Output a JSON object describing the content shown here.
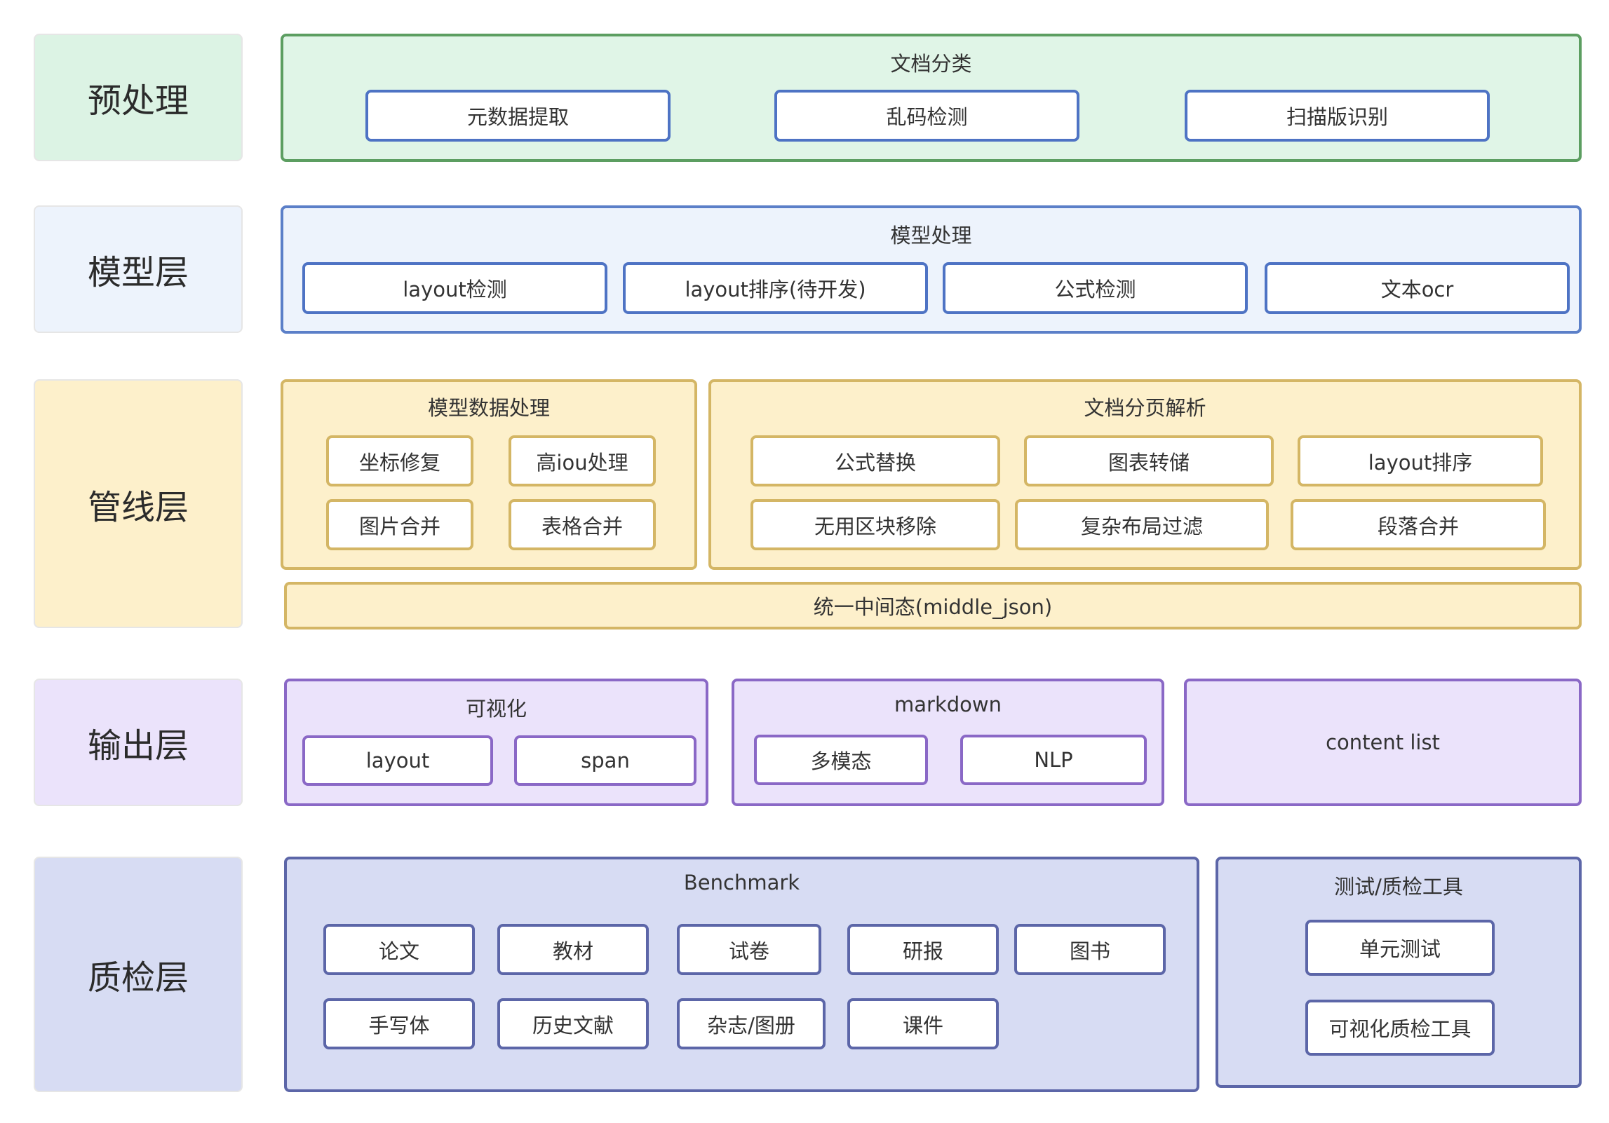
{
  "layers": {
    "preprocess": "预处理",
    "model": "模型层",
    "pipeline": "管线层",
    "output": "输出层",
    "qa": "质检层"
  },
  "preprocess": {
    "title": "文档分类",
    "items": [
      "元数据提取",
      "乱码检测",
      "扫描版识别"
    ]
  },
  "model": {
    "title": "模型处理",
    "items": [
      "layout检测",
      "layout排序(待开发)",
      "公式检测",
      "文本ocr"
    ]
  },
  "pipeline": {
    "model_data": {
      "title": "模型数据处理",
      "items": [
        "坐标修复",
        "高iou处理",
        "图片合并",
        "表格合并"
      ]
    },
    "page_parse": {
      "title": "文档分页解析",
      "items": [
        "公式替换",
        "图表转储",
        "layout排序",
        "无用区块移除",
        "复杂布局过滤",
        "段落合并"
      ]
    },
    "middle": "统一中间态(middle_json)"
  },
  "output": {
    "visual": {
      "title": "可视化",
      "items": [
        "layout",
        "span"
      ]
    },
    "markdown": {
      "title": "markdown",
      "items": [
        "多模态",
        "NLP"
      ]
    },
    "content_list": "content list"
  },
  "qa": {
    "benchmark": {
      "title": "Benchmark",
      "items": [
        "论文",
        "教材",
        "试卷",
        "研报",
        "图书",
        "手写体",
        "历史文献",
        "杂志/图册",
        "课件"
      ]
    },
    "tools": {
      "title": "测试/质检工具",
      "items": [
        "单元测试",
        "可视化质检工具"
      ]
    }
  },
  "colors": {
    "green": "#5c9e61",
    "blue": "#5b7fc8",
    "yellow": "#d4b665",
    "purple": "#8a68c6",
    "slate": "#5c66a8"
  }
}
